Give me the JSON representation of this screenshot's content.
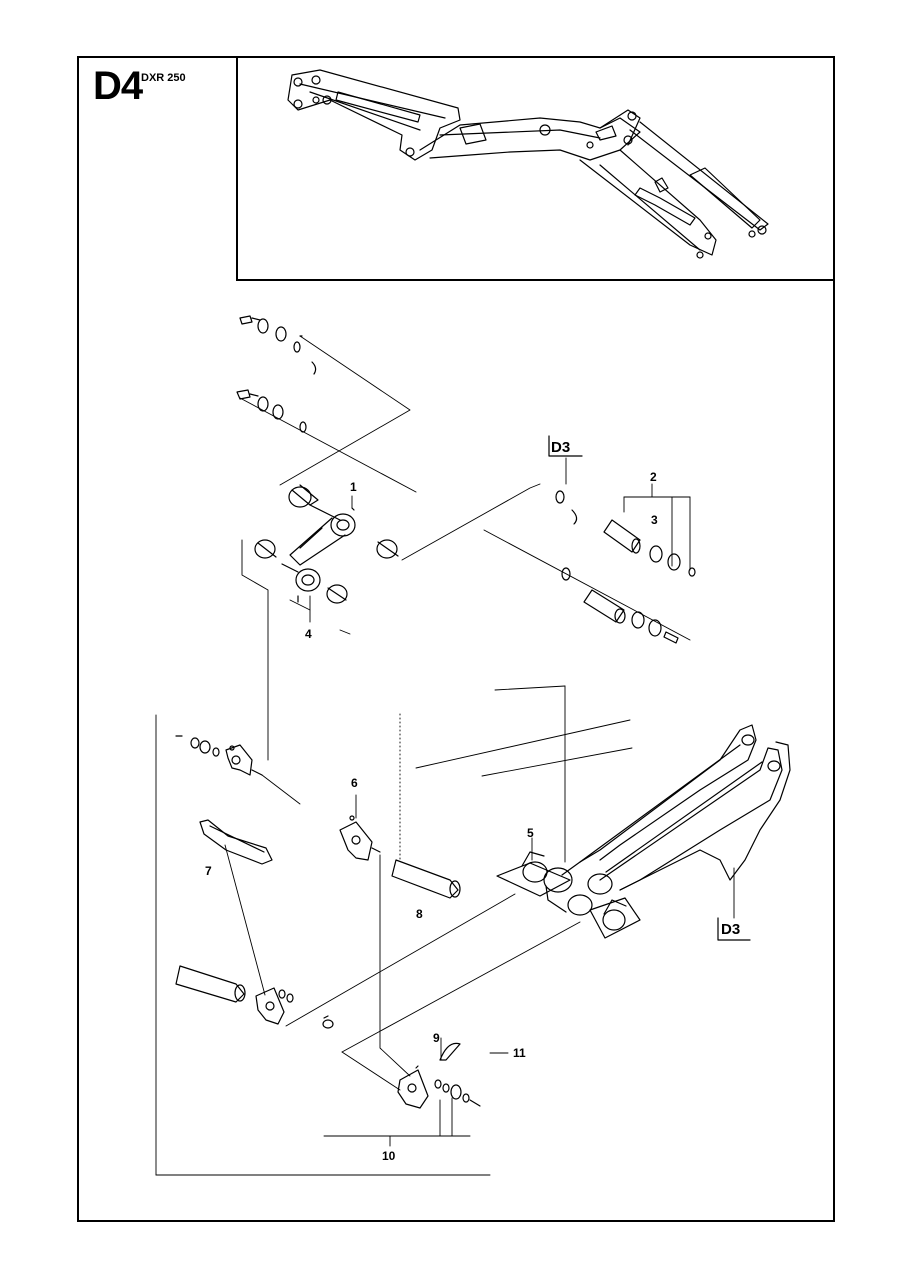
{
  "header": {
    "code": "D4",
    "model": "DXR 250"
  },
  "references": {
    "upper": "D3",
    "lower": "D3"
  },
  "callouts": [
    "1",
    "2",
    "3",
    "4",
    "5",
    "6",
    "7",
    "8",
    "9",
    "10",
    "11"
  ]
}
